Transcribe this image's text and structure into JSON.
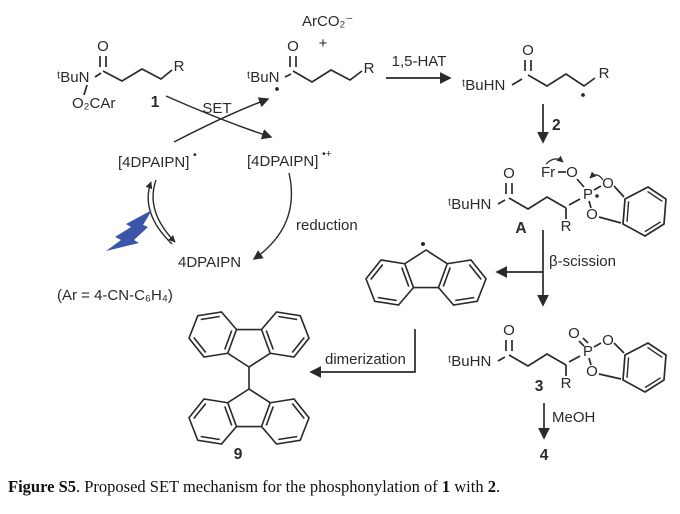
{
  "figure": {
    "caption": {
      "label": "Figure S5",
      "text_after_label": ". Proposed SET mechanism for the phosphonylation of ",
      "compound_1": "1",
      "text_between": " with ",
      "compound_2": "2",
      "period": "."
    },
    "ar_definition": "(Ar = 4-CN-C₆H₄)"
  },
  "labels": {
    "set": "SET",
    "hat": "1,5-HAT",
    "reduction": "reduction",
    "beta_scission": "β-scission",
    "dimerization": "dimerization",
    "meoh": "MeOH",
    "byproduct": "ArCO₂⁻",
    "plus": "+"
  },
  "photocatalyst": {
    "excited_base": "[4DPAIPN]",
    "excited_sup": "•",
    "cation_base": "[4DPAIPN]",
    "cation_sup": "•+",
    "ground": "4DPAIPN"
  },
  "compounds": {
    "c1": "1",
    "c2": "2",
    "c3": "3",
    "c4": "4",
    "c9": "9",
    "intermediate_a": "A"
  },
  "atoms": {
    "o": "O",
    "r": "R",
    "p": "P",
    "fr": "Fr",
    "tbun": "ᵗBuN",
    "tbuhn": "ᵗBuHN",
    "o2car": "O₂CAr"
  },
  "colors": {
    "ink": "#2a2a2a",
    "bolt_blue": "#3b55a8"
  }
}
